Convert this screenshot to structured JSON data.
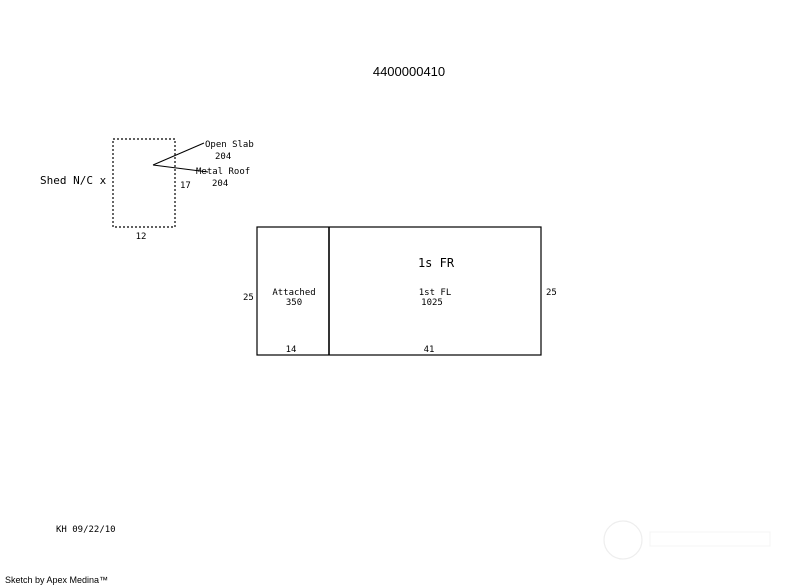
{
  "parcel_id": "4400000410",
  "shed": {
    "label": "Shed N/C x",
    "width_label": "12",
    "depth_label": "17",
    "callouts": [
      {
        "name": "Open Slab",
        "area": "204"
      },
      {
        "name": "Metal Roof",
        "area": "204"
      }
    ]
  },
  "house": {
    "attached": {
      "name": "Attached",
      "area": "350",
      "width_label": "14"
    },
    "main": {
      "title": "1s FR",
      "name": "1st FL",
      "area": "1025",
      "width_label": "41"
    },
    "left_depth_label": "25",
    "right_depth_label": "25"
  },
  "footer": {
    "initials_date": "KH 09/22/10",
    "credit": "Sketch by Apex Medina™"
  }
}
